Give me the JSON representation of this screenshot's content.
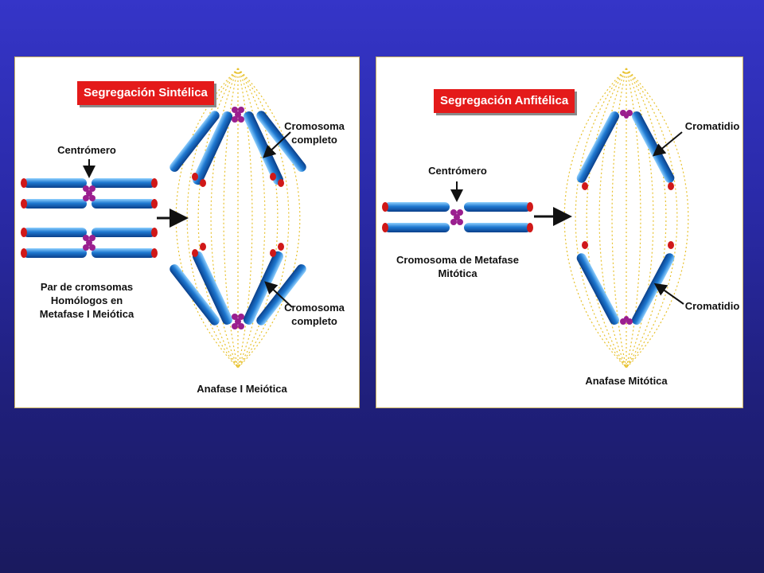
{
  "left_panel": {
    "title": "Segregación Sintélica",
    "centromere_label": "Centrómero",
    "chromosome_label_top": [
      "Cromosoma",
      "completo"
    ],
    "chromosome_label_bottom": [
      "Cromosoma",
      "completo"
    ],
    "pair_caption": [
      "Par de cromsomas",
      "Homólogos en",
      "Metafase I Meiótica"
    ],
    "stage_caption": "Anafase I Meiótica"
  },
  "right_panel": {
    "title": "Segregación Anfitélica",
    "centromere_label": "Centrómero",
    "chromatid_label_top": "Cromatidio",
    "chromatid_label_bottom": "Cromatidio",
    "metaphase_caption": [
      "Cromosoma de Metafase",
      "Mitótica"
    ],
    "stage_caption": "Anafase Mitótica"
  },
  "colors": {
    "background_top": "#3535c8",
    "background_bottom": "#1a1a5e",
    "badge": "#e41a1a",
    "chromatid": "#1e78d0",
    "telomere": "#d01818",
    "centromere": "#9a1f8f",
    "spindle": "#e8c230"
  }
}
